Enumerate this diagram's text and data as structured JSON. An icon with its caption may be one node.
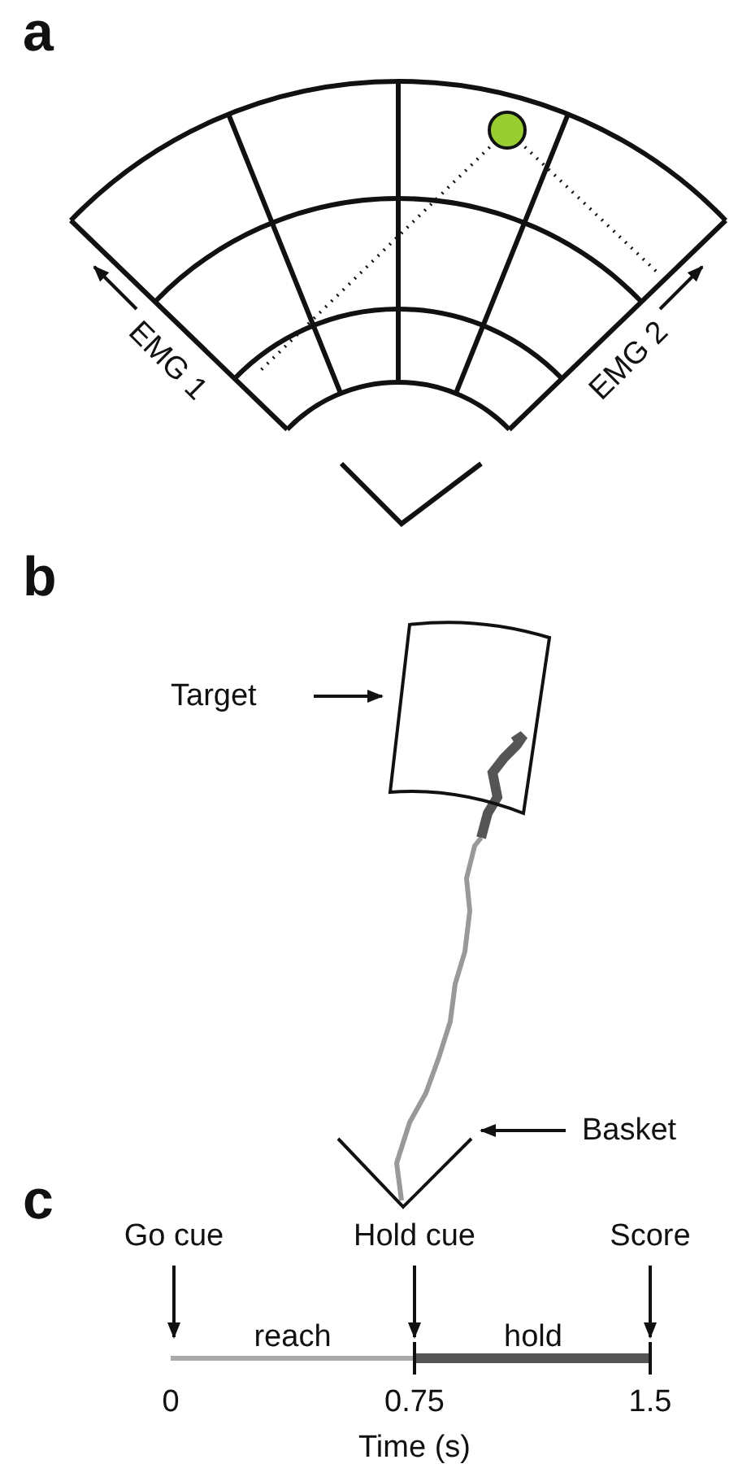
{
  "diagram": {
    "nodes": [
      {
        "text": [
          "Target"
        ]
      },
      {
        "text": [],
        "shape": "box"
      },
      {
        "text": [
          "Basket"
        ]
      },
      {
        "text": [],
        "shape": "chevron"
      },
      {
        "text": [
          "Go cue"
        ]
      },
      {
        "text": [
          "Hold cue"
        ]
      },
      {
        "text": [
          "Score"
        ]
      }
    ],
    "edges": [
      {
        "from": 0,
        "to": 1,
        "arrow": "to"
      },
      {
        "from": 2,
        "to": 3,
        "arrow": "to"
      },
      {
        "from": 4,
        "to": null,
        "arrow": "to"
      },
      {
        "from": 5,
        "to": null,
        "arrow": "to"
      },
      {
        "from": 6,
        "to": null,
        "arrow": "to"
      }
    ],
    "labels": [
      "a",
      "EMG 1",
      "EMG 2",
      "b",
      "c",
      "reach",
      "hold",
      "0",
      "0.75",
      "1.5",
      "Time (s)"
    ]
  }
}
